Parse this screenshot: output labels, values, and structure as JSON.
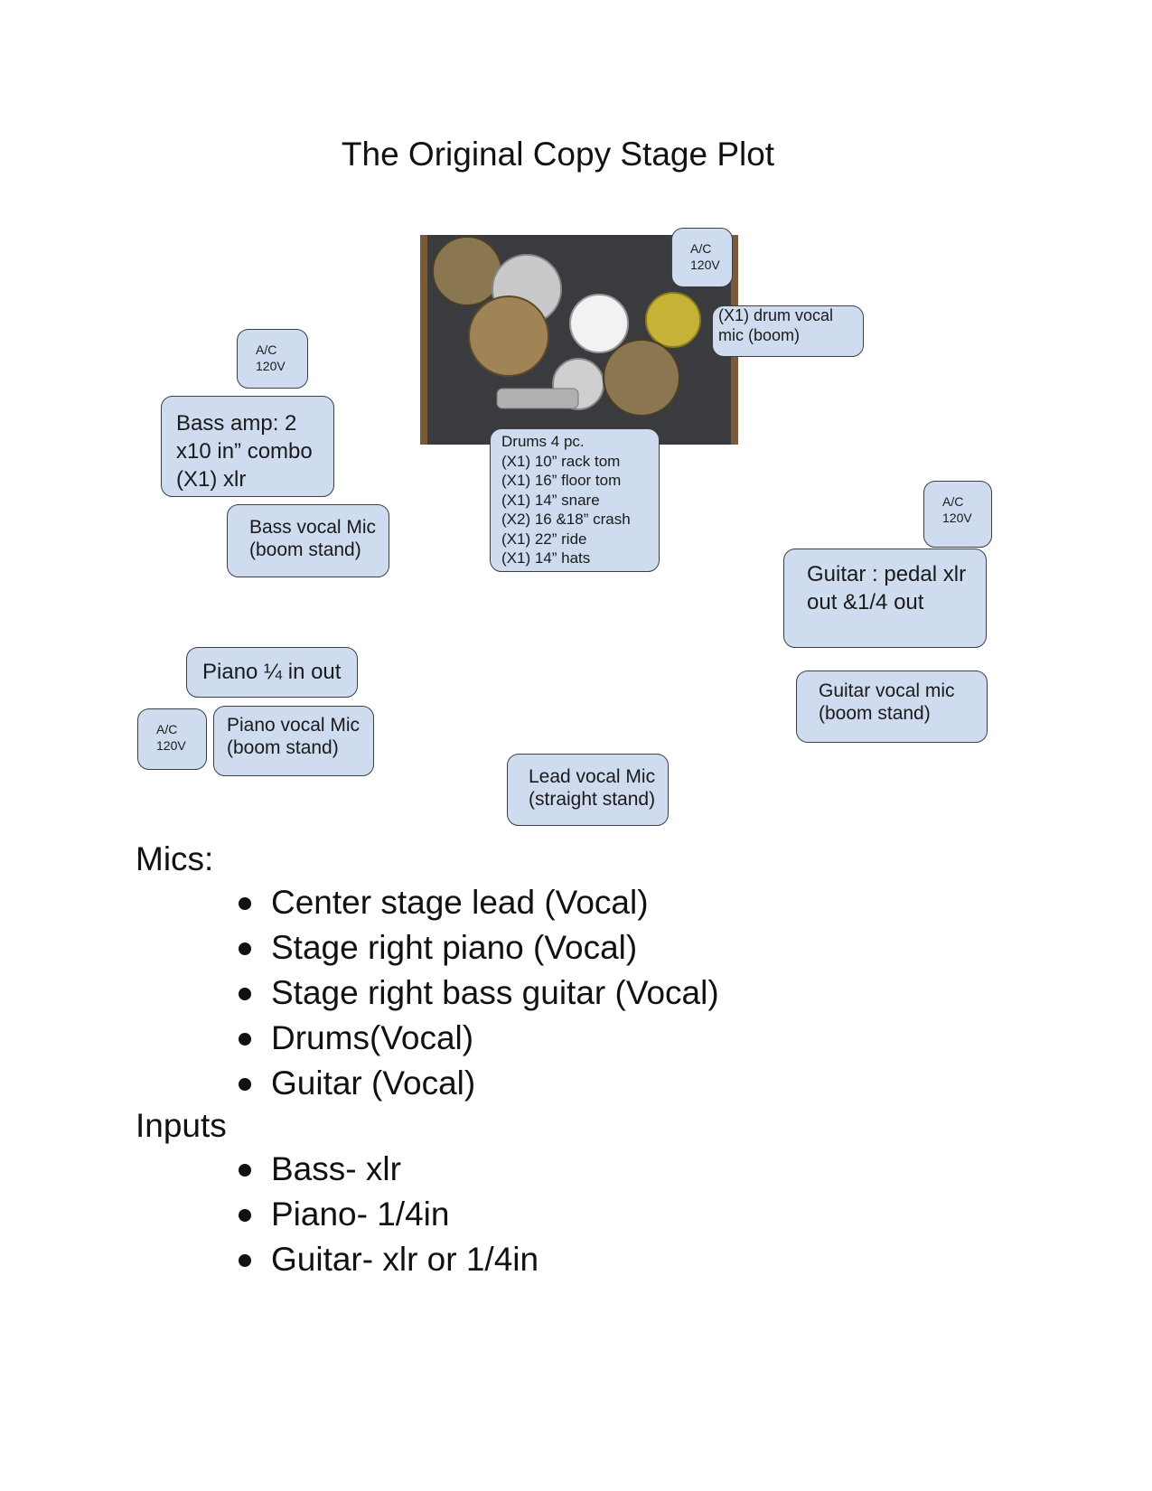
{
  "title": "The Original Copy Stage Plot",
  "stage": {
    "ac_label": "A/C\n120V",
    "drum_mic": "(X1) drum vocal\nmic (boom)",
    "drums": "Drums 4 pc.\n(X1) 10” rack tom\n(X1) 16” floor tom\n(X1) 14” snare\n(X2) 16 &18” crash\n(X1) 22” ride\n(X1) 14” hats",
    "bass_amp": "Bass amp: 2\nx10 in”  combo\n(X1) xlr",
    "bass_vocal": "Bass vocal Mic\n(boom stand)",
    "guitar": "Guitar : pedal xlr\nout &1/4 out",
    "guitar_vocal": "Guitar vocal mic\n(boom stand)",
    "piano_out": "Piano ¼ in out",
    "piano_vocal": "Piano vocal Mic\n(boom stand)",
    "lead_vocal": "Lead vocal Mic\n(straight stand)"
  },
  "mics": {
    "label": "Mics:",
    "items": [
      "Center stage lead (Vocal)",
      "Stage right piano (Vocal)",
      "Stage right bass guitar (Vocal)",
      "Drums(Vocal)",
      "Guitar (Vocal)"
    ]
  },
  "inputs": {
    "label": "Inputs",
    "items": [
      "Bass- xlr",
      "Piano- 1/4in",
      "Guitar- xlr or 1/4in"
    ]
  }
}
